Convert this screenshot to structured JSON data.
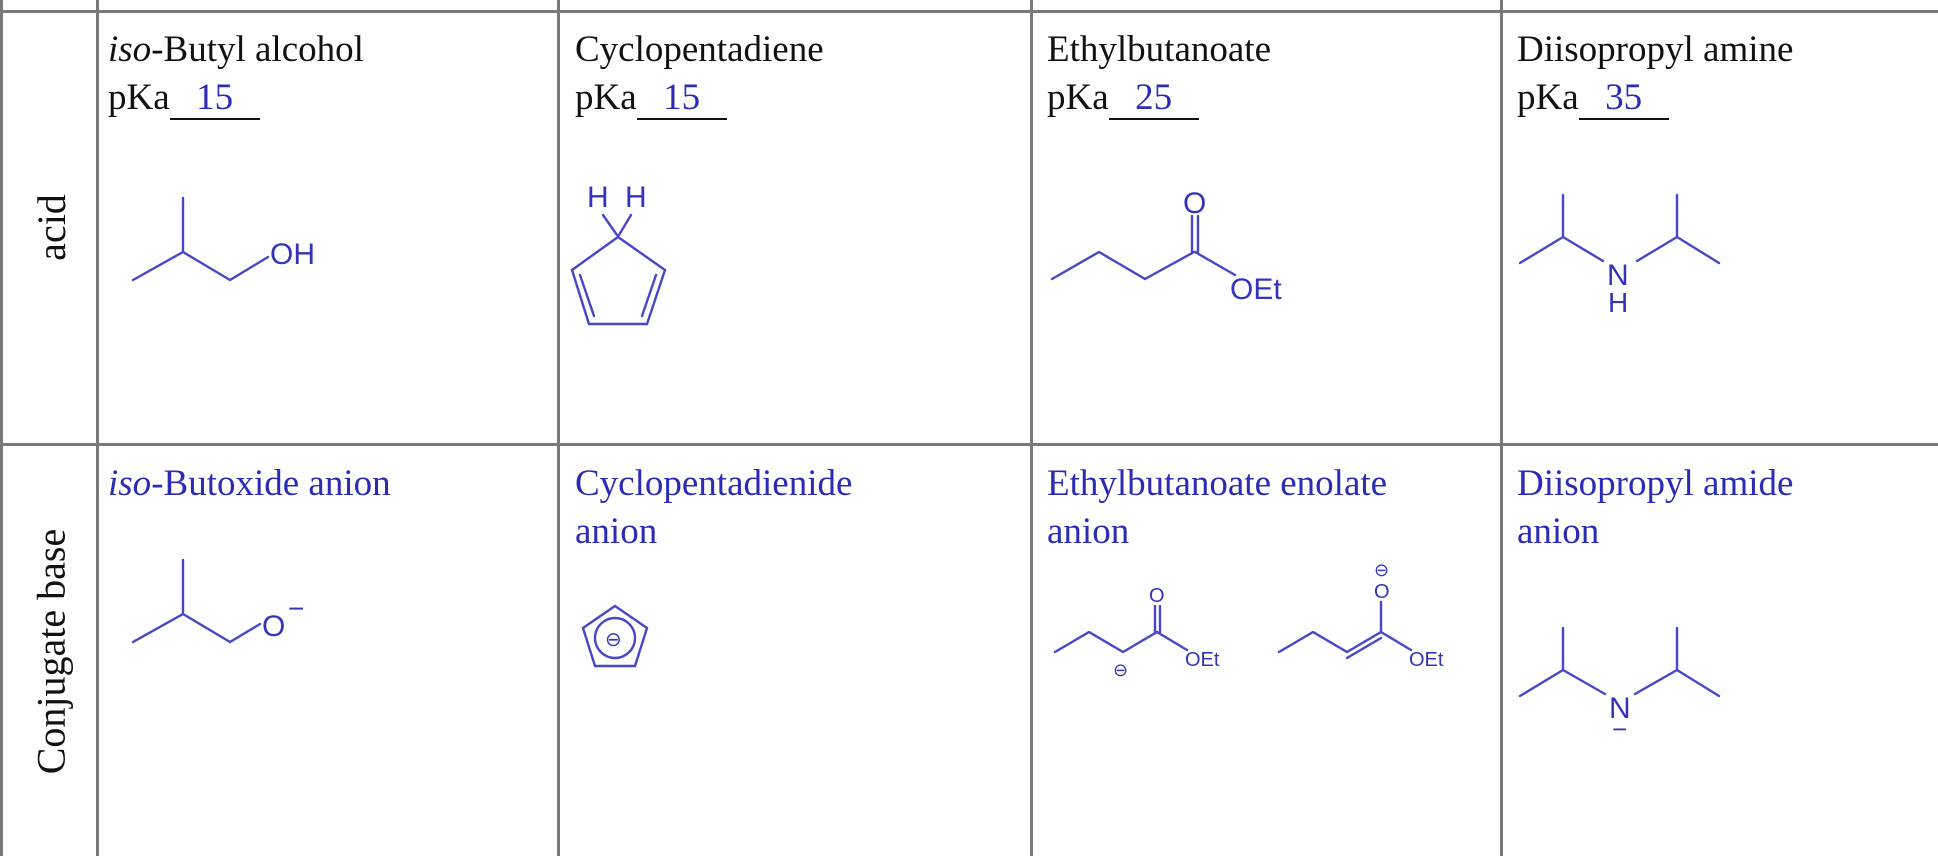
{
  "rows": {
    "acid": "acid",
    "base": "Conjugate base"
  },
  "acids": [
    {
      "prefix": "iso",
      "name": "-Butyl alcohol",
      "pka_label": "pKa",
      "pka": "15",
      "atom": "OH"
    },
    {
      "name": "Cyclopentadiene",
      "pka_label": "pKa",
      "pka": "15",
      "h1": "H",
      "h2": "H"
    },
    {
      "name": "Ethylbutanoate",
      "pka_label": "pKa",
      "pka": "25",
      "o": "O",
      "oet": "OEt"
    },
    {
      "name": "Diisopropyl amine",
      "pka_label": "pKa",
      "pka": "35",
      "n": "N",
      "h": "H"
    }
  ],
  "bases": [
    {
      "prefix": "iso",
      "name": "-Butoxide anion",
      "atom": "O",
      "charge": "−"
    },
    {
      "name_line1": "Cyclopentadienide",
      "name_line2": "anion",
      "charge": "⊖"
    },
    {
      "name_line1": "Ethylbutanoate enolate",
      "name_line2": "anion",
      "o1": "O",
      "oet1": "OEt",
      "charge1": "⊖",
      "charge2": "⊖",
      "o2": "O",
      "oet2": "OEt"
    },
    {
      "name_line1": "Diisopropyl amide",
      "name_line2": "anion",
      "n": "N",
      "charge": "−"
    }
  ],
  "colors": {
    "structure": "#4747c8",
    "blue_text": "#2b2bb5",
    "grid": "#7a7a7a"
  }
}
